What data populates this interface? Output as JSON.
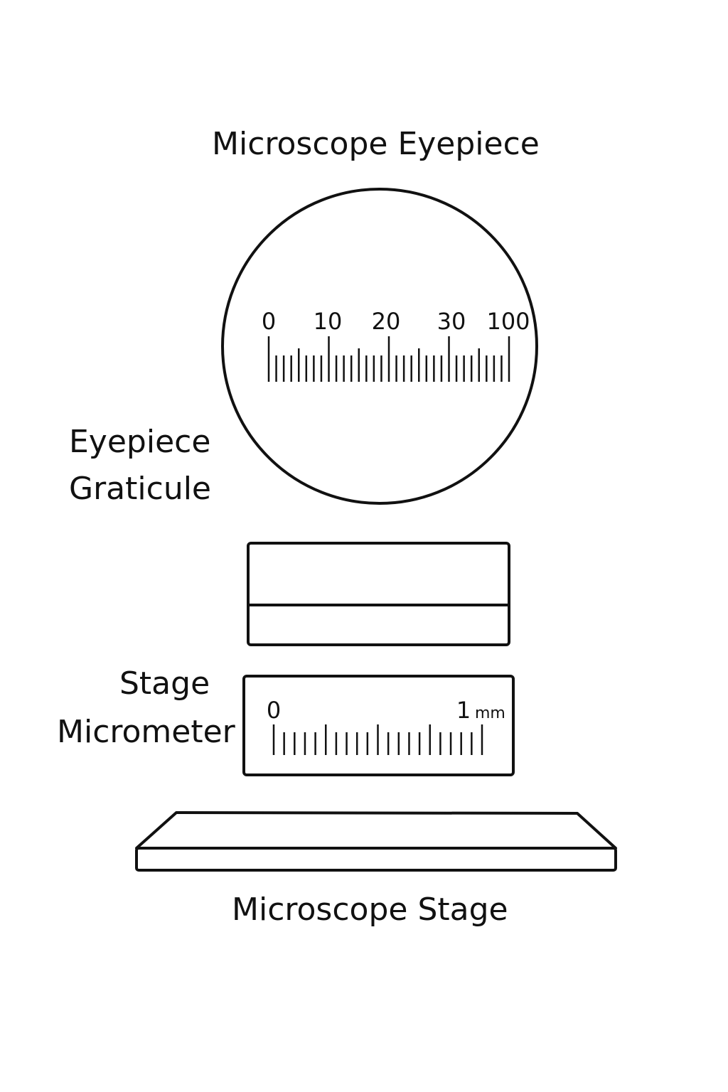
{
  "labels": {
    "eyepiece_title": "Microscope Eyepiece",
    "graticule_line1": "Eyepiece",
    "graticule_line2": "Graticule",
    "stage_micrometer_line1": "Stage",
    "stage_micrometer_line2": "Micrometer",
    "stage_title": "Microscope Stage"
  },
  "graticule_scale": {
    "tick_labels": [
      "0",
      "10",
      "20",
      "30",
      "100"
    ],
    "divisions": 32,
    "major_every": 8,
    "medium_every": 4
  },
  "micrometer_scale": {
    "start_label": "0",
    "end_label": "1",
    "unit": "mm",
    "divisions": 20,
    "major_every": 20,
    "medium_every": 5
  },
  "colors": {
    "stroke": "#111111",
    "background": "#ffffff"
  }
}
